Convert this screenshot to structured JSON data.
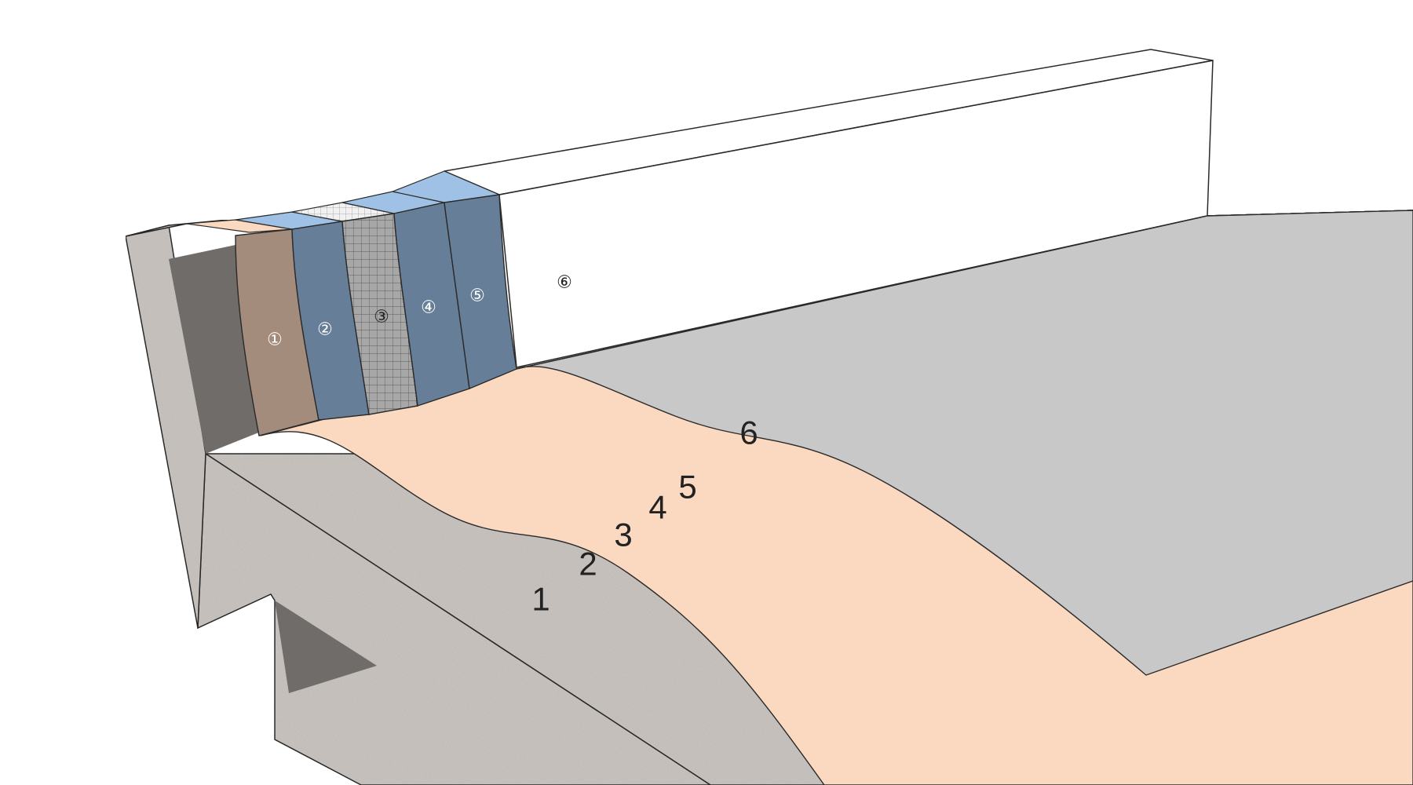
{
  "layers": [
    {
      "id": "1",
      "wall_marker": "①",
      "floor_marker": "1",
      "color": "#fbd9c0",
      "wall_color": "#a48c7c"
    },
    {
      "id": "2",
      "wall_marker": "②",
      "floor_marker": "2",
      "color": "#9fc1e6",
      "wall_color": "#677e98"
    },
    {
      "id": "3",
      "wall_marker": "③",
      "floor_marker": "3",
      "color": "#f1f1f1",
      "wall_color": "#a7a7a7",
      "pattern": "mesh"
    },
    {
      "id": "4",
      "wall_marker": "④",
      "floor_marker": "4",
      "color": "#9fc1e6",
      "wall_color": "#677e98"
    },
    {
      "id": "5",
      "wall_marker": "⑤",
      "floor_marker": "5",
      "color": "#9fc1e6",
      "wall_color": "#677e98"
    },
    {
      "id": "6",
      "wall_marker": "⑥",
      "floor_marker": "6",
      "color": "#c8c8c8",
      "wall_color": "#7a7a7a"
    }
  ],
  "colors": {
    "concrete": "#ccc7c2",
    "concrete_shadow": "#6f6c69",
    "parapet_top": "#c9c9c9",
    "parapet_face": "#767676",
    "outline": "#2a2a2a"
  }
}
